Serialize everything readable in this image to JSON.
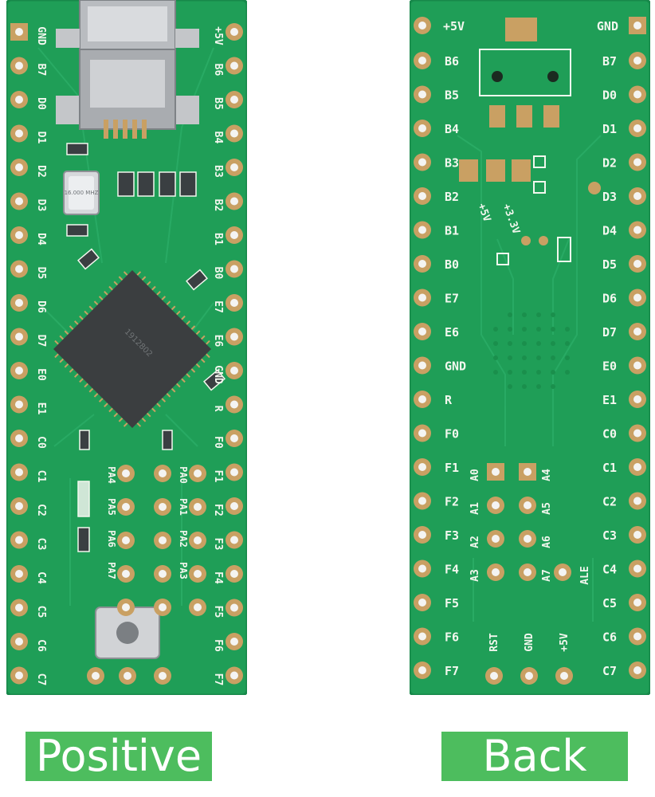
{
  "front": {
    "left_pins": [
      "GND",
      "B7",
      "D0",
      "D1",
      "D2",
      "D3",
      "D4",
      "D5",
      "D6",
      "D7",
      "E0",
      "E1",
      "C0",
      "C1",
      "C2",
      "C3",
      "C4",
      "C5",
      "C6",
      "C7"
    ],
    "right_pins": [
      "+5V",
      "B6",
      "B5",
      "B4",
      "B3",
      "B2",
      "B1",
      "B0",
      "E7",
      "E6",
      "GND",
      "R",
      "F0",
      "F1",
      "F2",
      "F3",
      "F4",
      "F5",
      "F6",
      "F7"
    ],
    "inner_pins": [
      "PA4",
      "PA5",
      "PA6",
      "PA7",
      "PA0",
      "PA1",
      "PA2",
      "PA3"
    ],
    "crystal": "16.000 MHZ"
  },
  "back": {
    "top_labels": {
      "left": "+5V",
      "right": "GND"
    },
    "left_pins": [
      "B6",
      "B5",
      "B4",
      "B3",
      "B2",
      "B1",
      "B0",
      "E7",
      "E6",
      "GND",
      "R",
      "F0",
      "F1",
      "F2",
      "F3",
      "F4",
      "F5",
      "F6",
      "F7"
    ],
    "right_pins": [
      "B7",
      "D0",
      "D1",
      "D2",
      "D3",
      "D4",
      "D5",
      "D6",
      "D7",
      "E0",
      "E1",
      "C0",
      "C1",
      "C2",
      "C3",
      "C4",
      "C5",
      "C6",
      "C7"
    ],
    "analog_left": [
      "A0",
      "A1",
      "A2",
      "A3"
    ],
    "analog_right": [
      "A4",
      "A5",
      "A6",
      "A7"
    ],
    "ale": "ALE",
    "bottom_pins": [
      "RST",
      "GND",
      "+5V"
    ],
    "jumpers": {
      "v5": "+5V",
      "v33": "+3.3V"
    }
  },
  "labels": {
    "front": "Positive",
    "back": "Back"
  },
  "colors": {
    "pcb": "#1f9e57",
    "pcb_edge": "#17884a",
    "pad": "#c9a063",
    "silk": "#f2f7ee",
    "label_bg": "#4dbd5e"
  }
}
